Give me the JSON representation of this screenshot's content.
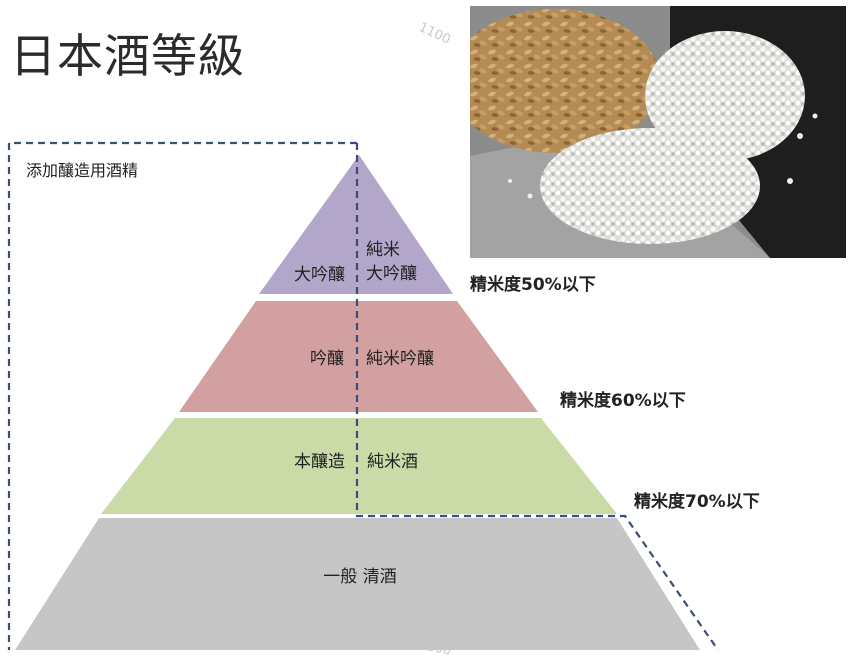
{
  "title": "日本酒等級",
  "alcohol_label": "添加釀造用酒精",
  "watermark": "1100",
  "tiers": {
    "top": {
      "left": "大吟釀",
      "right_line1": "純米",
      "right_line2": "大吟釀",
      "color": "#b3a6cb"
    },
    "second": {
      "left": "吟釀",
      "right": "純米吟釀",
      "color": "#d2a0a0"
    },
    "third": {
      "left": "本釀造",
      "right": "純米酒",
      "color": "#cbdba8"
    },
    "base": {
      "label": "一般 清酒",
      "color": "#c6c6c6"
    }
  },
  "polish_notes": [
    "精米度50%以下",
    "精米度60%以下",
    "精米度70%以下"
  ],
  "dash_color": "#3a4e78"
}
